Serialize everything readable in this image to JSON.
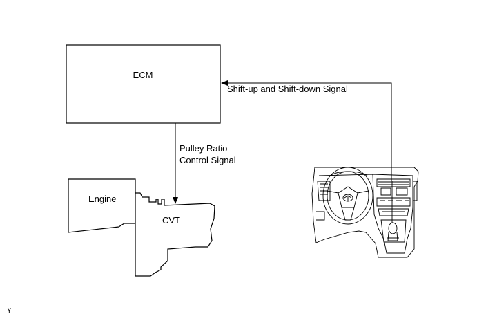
{
  "diagram": {
    "ecm_label": "ECM",
    "engine_label": "Engine",
    "cvt_label": "CVT",
    "signal_shift": "Shift-up and Shift-down Signal",
    "signal_pulley_line1": "Pulley Ratio",
    "signal_pulley_line2": "Control Signal",
    "figure_id": "Y"
  }
}
